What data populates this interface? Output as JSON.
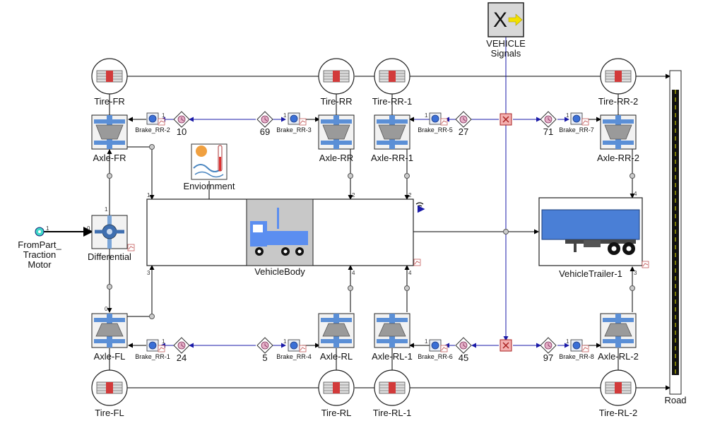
{
  "signals": {
    "symbol": "X",
    "label_line1": "VEHICLE",
    "label_line2": "Signals"
  },
  "vehicle_body": {
    "label": "VehicleBody"
  },
  "environment": {
    "label": "Enviornment"
  },
  "trailer": {
    "label": "VehicleTrailer-1"
  },
  "differential": {
    "label": "Differential"
  },
  "motor": {
    "label_line1": "FromPart_",
    "label_line2": "Traction",
    "label_line3": "Motor"
  },
  "road": {
    "label": "Road"
  },
  "tires": {
    "fr": "Tire-FR",
    "rr": "Tire-RR",
    "rr1": "Tire-RR-1",
    "rr2": "Tire-RR-2",
    "fl": "Tire-FL",
    "rl": "Tire-RL",
    "rl1": "Tire-RL-1",
    "rl2": "Tire-RL-2"
  },
  "axles": {
    "fr": "Axle-FR",
    "rr": "Axle-RR",
    "rr1": "Axle-RR-1",
    "rr2": "Axle-RR-2",
    "fl": "Axle-FL",
    "rl": "Axle-RL",
    "rl1": "Axle-RL-1",
    "rl2": "Axle-RL-2"
  },
  "brakes": {
    "rr2": "Brake_RR-2",
    "rr3": "Brake_RR-3",
    "rr5": "Brake_RR-5",
    "rr7": "Brake_RR-7",
    "r1": "Brake_RR-1",
    "rr4": "Brake_RR-4",
    "rr6": "Brake_RR-6",
    "rr8": "Brake_RR-8"
  },
  "signal_ids": {
    "s10": "10",
    "s69": "69",
    "s27": "27",
    "s71": "71",
    "s24": "24",
    "s5": "5",
    "s45": "45",
    "s97": "97"
  },
  "ports": {
    "p1": "1",
    "p2": "2",
    "p3": "3",
    "p4": "4",
    "p0": "0"
  },
  "colors": {
    "brake_body": "#3b6fd6",
    "tire_red": "#d23a3a",
    "signal_red": "#e06060",
    "body_blue": "#5b8ef0",
    "trailer_blue": "#4a7fd6"
  }
}
